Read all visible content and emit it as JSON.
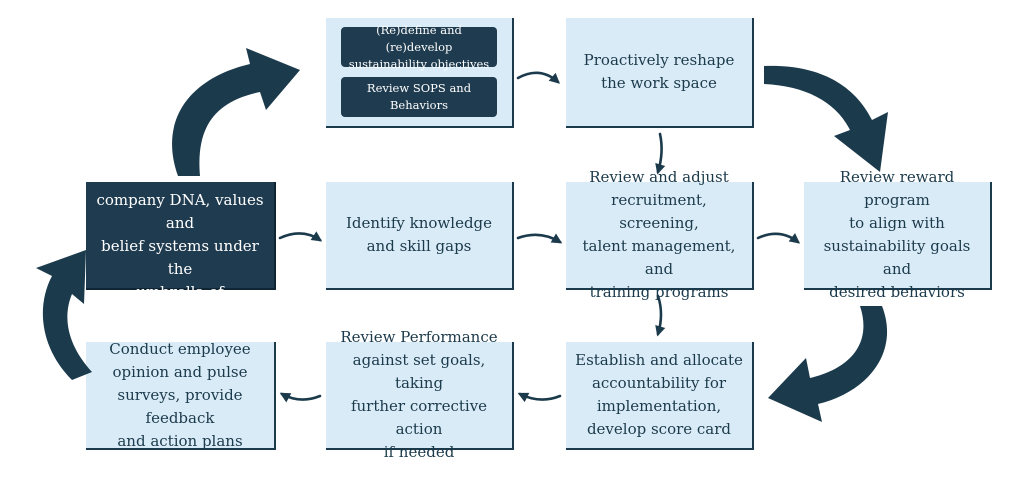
{
  "boxes": {
    "objectives_pill": "(Re)define and (re)develop\nsustainability objectives",
    "sops_pill": "Review SOPS and\nBehaviors",
    "reshape": "Proactively reshape\nthe work space",
    "start": "START by reviewing the\ncompany DNA, values and\nbelief systems under the\numbrella of sustainability",
    "identify": "Identify knowledge\nand skill gaps",
    "recruitment": "Review and adjust\nrecruitment, screening,\ntalent management, and\ntraining programs",
    "reward": "Review reward program\nto align with\nsustainability goals and\ndesired behaviors",
    "accountability": "Establish and allocate\naccountability for\nimplementation,\ndevelop score card",
    "performance": "Review Performance\nagainst set goals, taking\nfurther corrective action\nif needed",
    "survey": "Conduct employee\nopinion and pulse\nsurveys, provide feedback\nand action plans"
  },
  "colors": {
    "box_fill": "#d9ebf7",
    "dark_fill": "#1f3b4f",
    "arrow": "#1b3a4b"
  }
}
